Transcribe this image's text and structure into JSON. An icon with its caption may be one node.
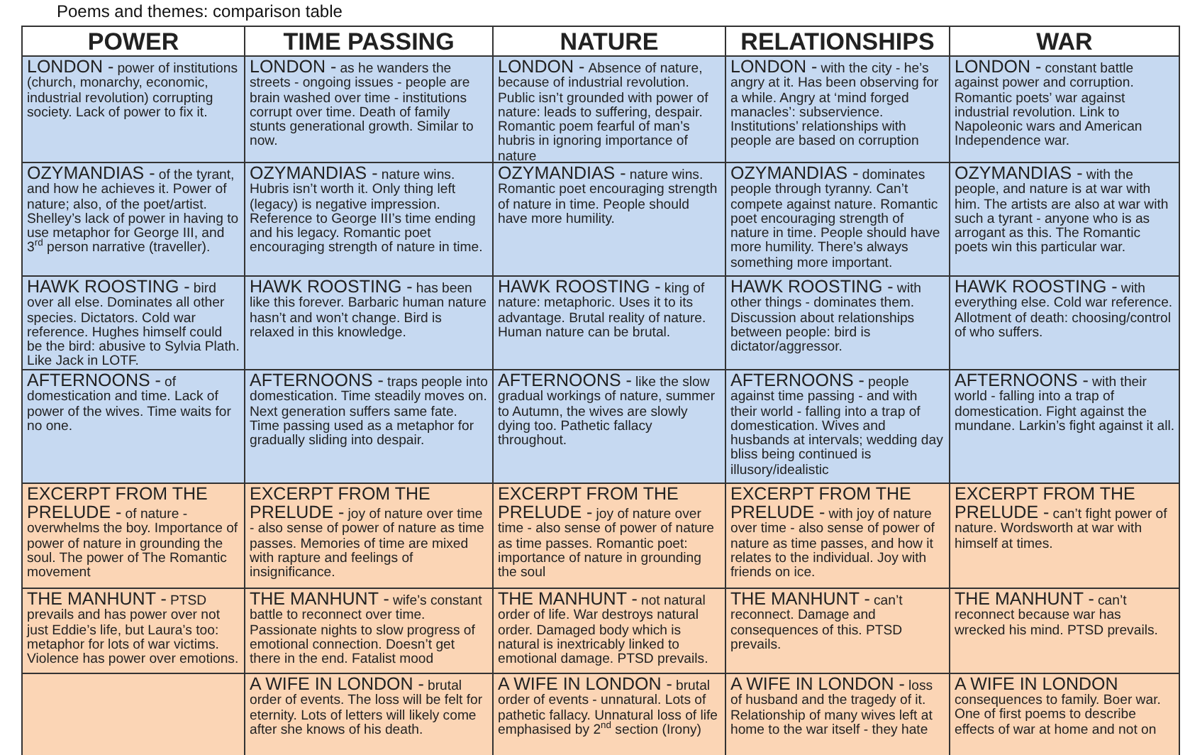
{
  "diagram": {
    "title": "Poems and themes: comparison table",
    "labels": [
      "POWER",
      "TIME PASSING",
      "NATURE",
      "RELATIONSHIPS",
      "WAR",
      "LONDON -",
      "power of institutions (church, monarchy, economic, industrial revolution) corrupting society. Lack of power to fix it.",
      "LONDON -",
      "as he wanders the streets - ongoing issues - people are brain washed over time - institutions corrupt over time. Death of family stunts generational growth. Similar to now.",
      "LONDON -",
      "Absence of nature, because of industrial revolution. Public isn’t grounded with power of nature: leads to suffering, despair. Romantic poem fearful of man’s hubris in ignoring importance of nature",
      "LONDON -",
      "with the city - he’s angry at it. Has been observing for a while. Angry at ‘mind forged manacles’: subservience. Institutions’ relationships with people are based on corruption",
      "LONDON -",
      "constant battle against power and corruption. Romantic poets’ war against industrial revolution. Link to Napoleonic wars and American Independence war.",
      "OZYMANDIAS -",
      "of the tyrant, and how he achieves it. Power of nature; also, of the poet/artist. Shelley’s lack of power in having to use metaphor for George III, and 3$^{rd}$ person narrative (traveller).",
      "OZYMANDIAS -",
      "nature wins. Hubris isn’t worth it. Only thing left (legacy) is negative impression. Reference to George III’s time ending and his legacy. Romantic poet encouraging strength of nature in time.",
      "OZYMANDIAS -",
      "nature wins. Romantic poet encouraging strength of nature in time. People should have more humility.",
      "OZYMANDIAS -",
      "dominates people through tyranny. Can’t compete against nature. Romantic poet encouraging strength of nature in time. People should have more humility. There’s always something more important.",
      "OZYMANDIAS -",
      "with the people, and nature is at war with him. The artists are also at war with such a tyrant - anyone who is as arrogant as this. The Romantic poets win this particular war.",
      "HAWK ROOSTING -",
      "bird over all else. Dominates all other species. Dictators. Cold war reference. Hughes himself could be the bird: abusive to Sylvia Plath. Like Jack in LOTF.",
      "HAWK ROOSTING -",
      "has been like this forever. Barbaric human nature hasn’t and won’t change. Bird is relaxed in this knowledge.",
      "HAWK ROOSTING -",
      "king of nature: metaphoric. Uses it to its advantage. Brutal reality of nature. Human nature can be brutal.",
      "HAWK ROOSTING -",
      "with other things - dominates them. Discussion about relationships between people: bird is dictator/aggressor.",
      "HAWK ROOSTING -",
      "with everything else. Cold war reference. Allotment of death: choosing/control of who suffers.",
      "AFTERNOONS -",
      "of domestication and time. Lack of power of the wives. Time waits for no one.",
      "AFTERNOONS -",
      "traps people into domestication. Time steadily moves on. Next generation suffers same fate. Time passing used as a metaphor for gradually sliding into despair.",
      "AFTERNOONS -",
      "like the slow gradual workings of nature, summer to Autumn, the wives are slowly dying too. Pathetic fallacy throughout.",
      "AFTERNOONS -",
      "people against time passing - and with their world - falling into a trap of domestication. Wives and husbands at intervals; wedding day bliss being continued is illusory/idealistic",
      "AFTERNOONS -",
      "with their world - falling into a trap of domestication. Fight against the mundane. Larkin’s fight against it all.",
      "EXCERPT FROM THE PRELUDE -",
      "of nature - overwhelms the boy. Importance of power of nature in grounding the soul. The power of The Romantic movement",
      "EXCERPT FROM THE PRELUDE -",
      "joy of nature over time - also sense of power of nature as time passes. Memories of time are mixed with rapture and feelings of insignificance.",
      "EXCERPT FROM THE PRELUDE -",
      "joy of nature over time - also sense of power of nature as time passes. Romantic poet: importance of nature in grounding the soul",
      "EXCERPT FROM THE PRELUDE -",
      "with joy of nature over time - also sense of power of nature as time passes, and how it relates to the individual. Joy with friends on ice.",
      "EXCERPT FROM THE PRELUDE -",
      "can’t fight power of nature. Wordsworth at war with himself at times.",
      "THE MANHUNT -",
      "PTSD prevails and has power over not just Eddie’s life, but Laura’s too: metaphor for lots of war victims. Violence has power over emotions.",
      "THE MANHUNT -",
      "wife’s constant battle to reconnect over time. Passionate nights to slow progress of emotional connection. Doesn’t get there in the end. Fatalist mood",
      "THE MANHUNT -",
      "not natural order of life. War destroys natural order. Damaged body which is natural is inextricably linked to emotional damage. PTSD prevails.",
      "THE MANHUNT -",
      "can’t reconnect. Damage and consequences of this. PTSD prevails.",
      "THE MANHUNT -",
      "can’t reconnect because war has wrecked his mind. PTSD prevails.",
      "A WIFE IN LONDON -",
      "brutal order of events. The loss will be felt for eternity. Lots of letters will likely come after she knows of his death.",
      "A WIFE IN LONDON -",
      "brutal order of events - unnatural. Lots of pathetic fallacy. Unnatural loss of life emphasised by 2$^{nd}$ section (Irony)",
      "A WIFE IN LONDON -",
      "loss of husband and the tragedy of it. Relationship of many wives left at home to the war itself - they hate",
      "A WIFE IN LONDON",
      "consequences to family. Boer war. One of first poems to describe effects of war at home and not on"
    ]
  }
}
